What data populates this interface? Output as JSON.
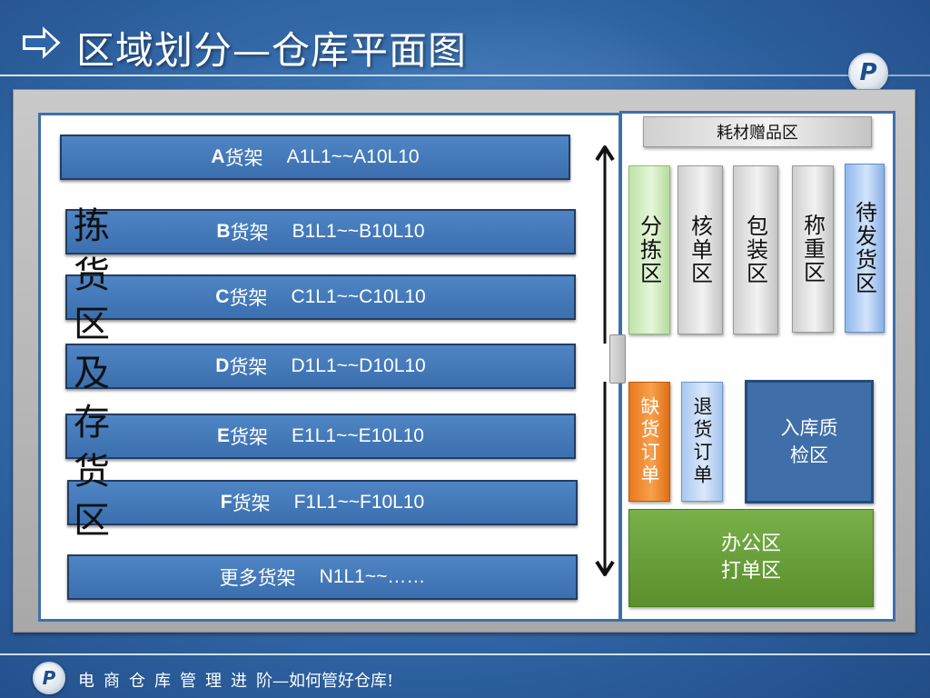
{
  "title": "区域划分—仓库平面图",
  "picking_area_label": "拣货区及存货区",
  "shelves": [
    {
      "letter": "A",
      "suffix": "货架",
      "range": "A1L1~~A10L10"
    },
    {
      "letter": "B",
      "suffix": "货架",
      "range": "B1L1~~B10L10"
    },
    {
      "letter": "C",
      "suffix": "货架",
      "range": "C1L1~~C10L10"
    },
    {
      "letter": "D",
      "suffix": "货架",
      "range": "D1L1~~D10L10"
    },
    {
      "letter": "E",
      "suffix": "货架",
      "range": "E1L1~~E10L10"
    },
    {
      "letter": "F",
      "suffix": "货架",
      "range": "F1L1~~F10L10"
    },
    {
      "letter": "",
      "suffix": "更多货架",
      "range": "N1L1~~……"
    }
  ],
  "zones": {
    "consumables": "耗材赠品区",
    "sorting": "分拣区",
    "checking": "核单区",
    "packing": "包装区",
    "weighing": "称重区",
    "to_ship": "待发货区",
    "shortage_orders": "缺货订单",
    "return_orders": "退货订单",
    "inbound_qc_line1": "入库质",
    "inbound_qc_line2": "检区",
    "office_line1": "办公区",
    "office_line2": "打单区"
  },
  "footer": {
    "spaced": "电商仓库管理进",
    "rest": "阶—如何管好仓库!"
  },
  "logo_letter": "P",
  "colors": {
    "background": "#3d76b6",
    "shelf": "#3b6faf",
    "sorting_zone": "#bfe3a8",
    "to_ship_zone": "#8fb8ec",
    "shortage_zone": "#e9781d",
    "office_zone": "#5a8f2c"
  }
}
